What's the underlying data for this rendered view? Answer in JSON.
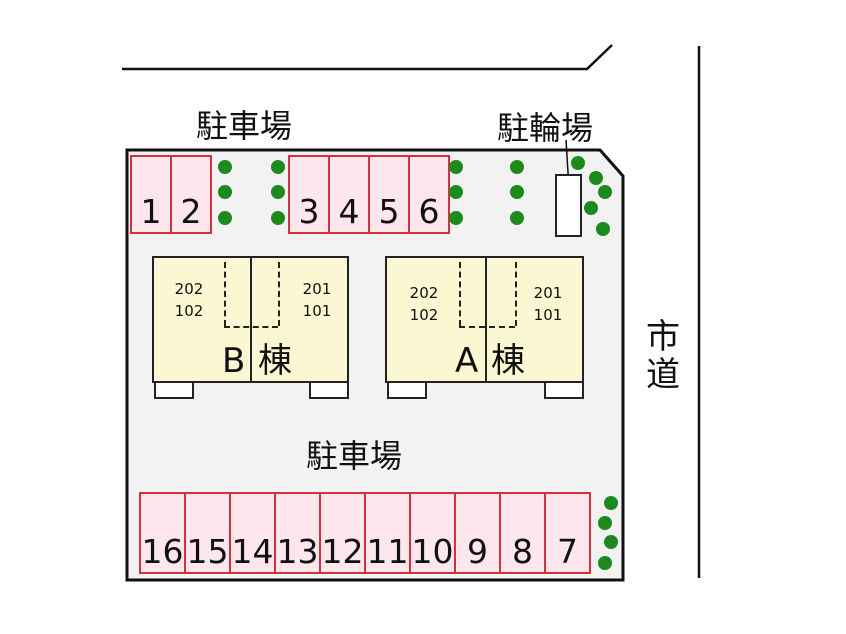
{
  "labels": {
    "parking_top": "駐車場",
    "bicycle_parking": "駐輪場",
    "parking_center": "駐車場",
    "city_road": "市道"
  },
  "parking_top_stalls": [
    "1",
    "2",
    "3",
    "4",
    "5",
    "6"
  ],
  "parking_bottom_stalls": [
    "16",
    "15",
    "14",
    "13",
    "12",
    "11",
    "10",
    "9",
    "8",
    "7"
  ],
  "buildings": [
    {
      "name": "B棟",
      "letter": "B",
      "suffix": "棟",
      "rooms_left": [
        "202",
        "102"
      ],
      "rooms_right": [
        "201",
        "101"
      ]
    },
    {
      "name": "A棟",
      "letter": "A",
      "suffix": "棟",
      "rooms_left": [
        "202",
        "102"
      ],
      "rooms_right": [
        "201",
        "101"
      ]
    }
  ],
  "colors": {
    "stall_fill": "#fde6ec",
    "stall_border": "#d2323c",
    "tree": "#1e8a1e",
    "building_fill": "#fbf7d2",
    "lot_fill": "#f2f2f2"
  }
}
